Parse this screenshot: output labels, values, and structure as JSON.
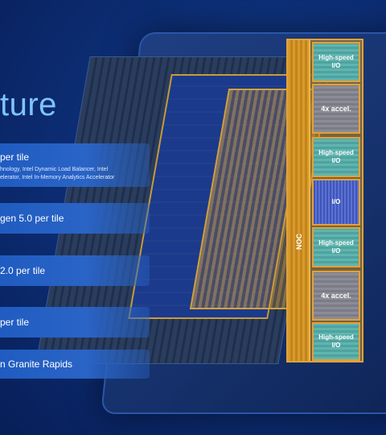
{
  "slide": {
    "title_fragment": "ture",
    "features": [
      {
        "main": "per tile",
        "sub": [
          "hnology, Intel Dynamic Load Balancer, Intel",
          "elerator, Intel In-Memory Analytics Accelerator"
        ]
      },
      {
        "main": "gen 5.0 per tile"
      },
      {
        "main": "2.0 per tile"
      },
      {
        "main": "per tile"
      },
      {
        "main": "n Granite Rapids"
      }
    ]
  },
  "diagram": {
    "noc_label": "NOC",
    "blocks": [
      {
        "type": "high-speed-io",
        "line1": "High-speed",
        "line2": "I/O"
      },
      {
        "type": "accelerator",
        "line1": "4x accel.",
        "line2": ""
      },
      {
        "type": "high-speed-io",
        "line1": "High-speed",
        "line2": "I/O"
      },
      {
        "type": "io",
        "line1": "I/O",
        "line2": ""
      },
      {
        "type": "high-speed-io",
        "line1": "High-speed",
        "line2": "I/O"
      },
      {
        "type": "accelerator",
        "line1": "4x accel.",
        "line2": ""
      },
      {
        "type": "high-speed-io",
        "line1": "High-speed",
        "line2": "I/O"
      }
    ]
  }
}
